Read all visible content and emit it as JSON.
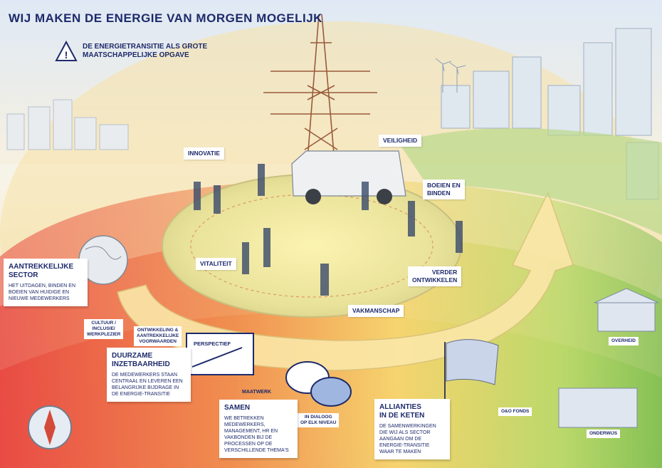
{
  "title": "WIJ MAKEN DE ENERGIE VAN MORGEN MOGELIJK",
  "subtitle_line1": "DE ENERGIETRANSITIE ALS GROTE",
  "subtitle_line2": "MAATSCHAPPELIJKE OPGAVE",
  "labels": {
    "innovatie": "INNOVATIE",
    "veiligheid": "VEILIGHEID",
    "boeien_line1": "BOEIEN EN",
    "boeien_line2": "BINDEN",
    "vitaliteit": "VITALITEIT",
    "verder_line1": "VERDER",
    "verder_line2": "ONTWIKKELEN",
    "vakmanschap": "VAKMANSCHAP",
    "perspectief": "PERSPECTIEF",
    "maatwerk": "MAATWERK",
    "dialoog_line1": "IN DIALOOG",
    "dialoog_line2": "OP ELK NIVEAU",
    "ontwikkeling_line1": "ONTWIKKELING &",
    "ontwikkeling_line2": "AANTREKKELIJKE",
    "ontwikkeling_line3": "VOORWAARDEN",
    "cultuur_line1": "CULTUUR /",
    "cultuur_line2": "INCLUSIE/",
    "cultuur_line3": "WERKPLEZIER",
    "overheid": "OVERHEID",
    "onderwijs": "ONDERWIJS",
    "oo_fonds": "O&O FONDS"
  },
  "boxes": {
    "sector": {
      "heading_line1": "AANTREKKELIJKE",
      "heading_line2": "SECTOR",
      "text": "HET UITDAGEN, BINDEN EN BOEIEN VAN HUIDIGE EN NIEUWE MEDEWERKERS"
    },
    "duurzame": {
      "heading_line1": "DUURZAME",
      "heading_line2": "INZETBAARHEID",
      "text": "DE MEDEWERKERS STAAN CENTRAAL EN LEVEREN EEN BELANGRIJKE BIJDRAGE IN DE ENERGIE-TRANSITIE"
    },
    "samen": {
      "heading": "SAMEN",
      "text": "WE BETREKKEN MEDEWERKERS, MANAGEMENT, HR EN VAKBONDEN BIJ DE PROCESSEN OP DE VERSCHILLENDE THEMA'S"
    },
    "allianties": {
      "heading_line1": "ALLIANTIES",
      "heading_line2": "IN DE KETEN",
      "text": "DE SAMENWERKINGEN DIE WIJ ALS SECTOR AANGAAN OM DE ENERGIE-TRANSITIE WAAR TE MAKEN"
    }
  },
  "colors": {
    "navy": "#1d2a6b",
    "red_band": "#e9463f",
    "green_band": "#9ccc5a",
    "yellow_center": "#f5e27a"
  }
}
